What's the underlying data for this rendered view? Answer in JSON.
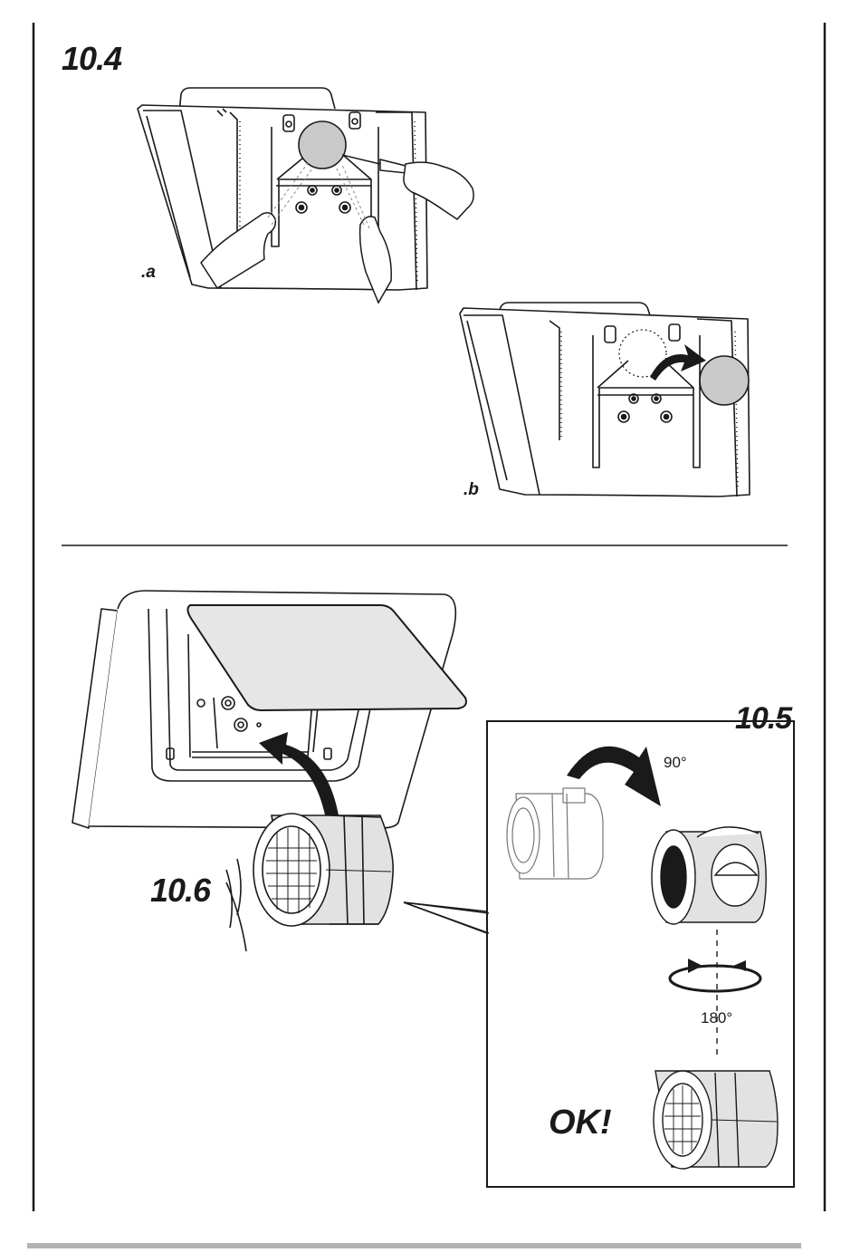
{
  "steps": {
    "step_10_4": {
      "label": "10.4",
      "sub_a": ".a",
      "sub_b": ".b"
    },
    "step_10_5": {
      "label": "10.5",
      "angle_90": "90°",
      "angle_180": "180°",
      "ok": "OK!"
    },
    "step_10_6": {
      "label": "10.6"
    }
  },
  "colors": {
    "ink": "#1a1a1a",
    "filter_grey": "#c9c9c9",
    "panel_grey": "#e6e6e6",
    "footer_bar": "#b3b3b3"
  },
  "icons": [
    "hood-illustration",
    "hand-icon",
    "screwdriver-icon",
    "blanking-plate",
    "rotation-arrow",
    "fan-motor",
    "curved-arrow"
  ]
}
